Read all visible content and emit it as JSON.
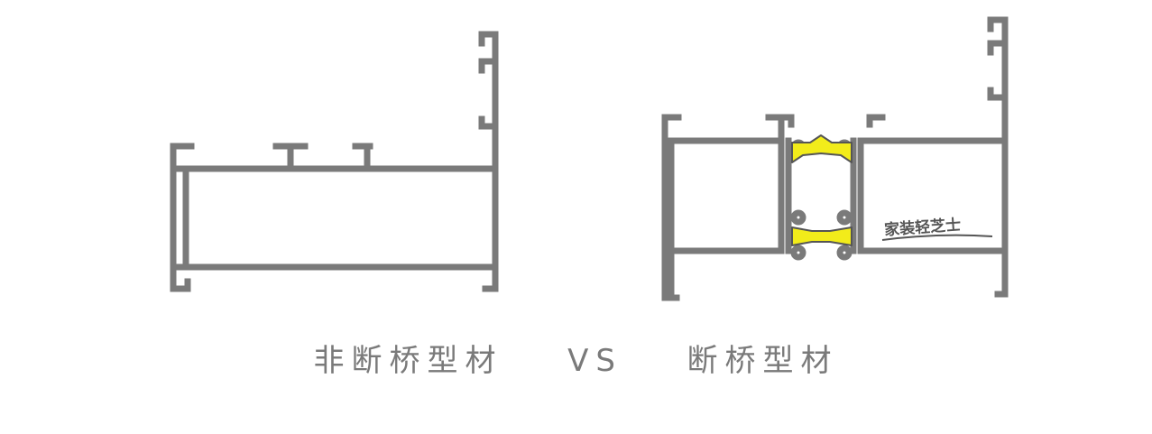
{
  "caption": {
    "left": "非断桥型材",
    "vs": "VS",
    "right": "断桥型材"
  },
  "watermark": "家装轻芝士",
  "colors": {
    "profile": "#7a7a7a",
    "thermal_break": "#f2ec1a",
    "thermal_break_outline": "#555555",
    "background": "#ffffff"
  }
}
